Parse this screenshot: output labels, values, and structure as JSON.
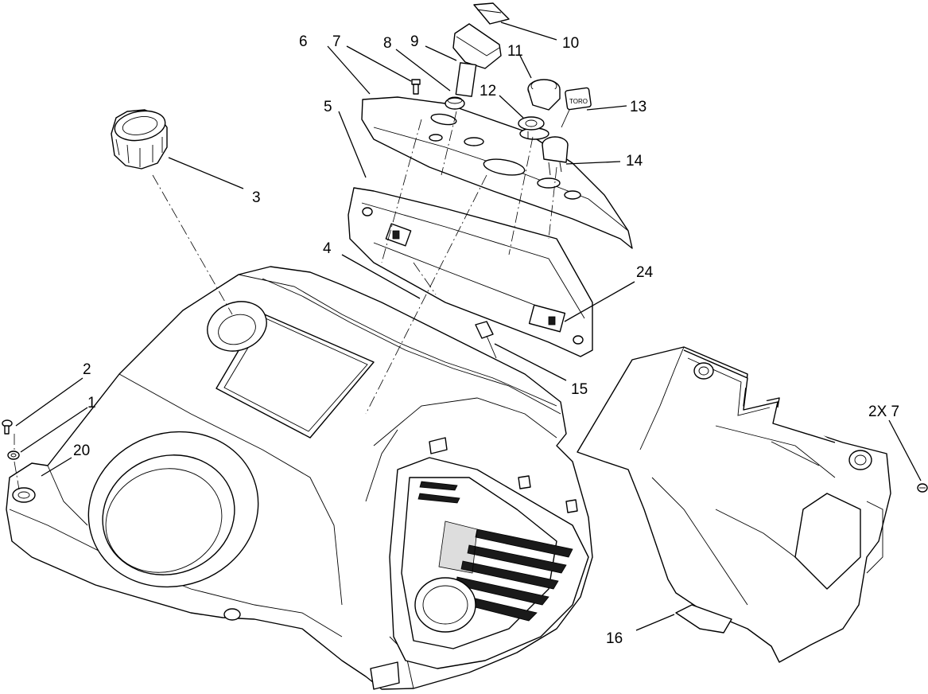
{
  "callouts": [
    {
      "id": "c1",
      "label": "1"
    },
    {
      "id": "c2",
      "label": "2"
    },
    {
      "id": "c3",
      "label": "3"
    },
    {
      "id": "c4",
      "label": "4"
    },
    {
      "id": "c5",
      "label": "5"
    },
    {
      "id": "c6",
      "label": "6"
    },
    {
      "id": "c7",
      "label": "7"
    },
    {
      "id": "c8",
      "label": "8"
    },
    {
      "id": "c9",
      "label": "9"
    },
    {
      "id": "c10",
      "label": "10"
    },
    {
      "id": "c11",
      "label": "11"
    },
    {
      "id": "c12",
      "label": "12"
    },
    {
      "id": "c13",
      "label": "13"
    },
    {
      "id": "c14",
      "label": "14"
    },
    {
      "id": "c15",
      "label": "15"
    },
    {
      "id": "c16",
      "label": "16"
    },
    {
      "id": "c20",
      "label": "20"
    },
    {
      "id": "c24",
      "label": "24"
    },
    {
      "id": "c2x7",
      "label": "2X 7"
    }
  ],
  "key_label_text": "TORO"
}
